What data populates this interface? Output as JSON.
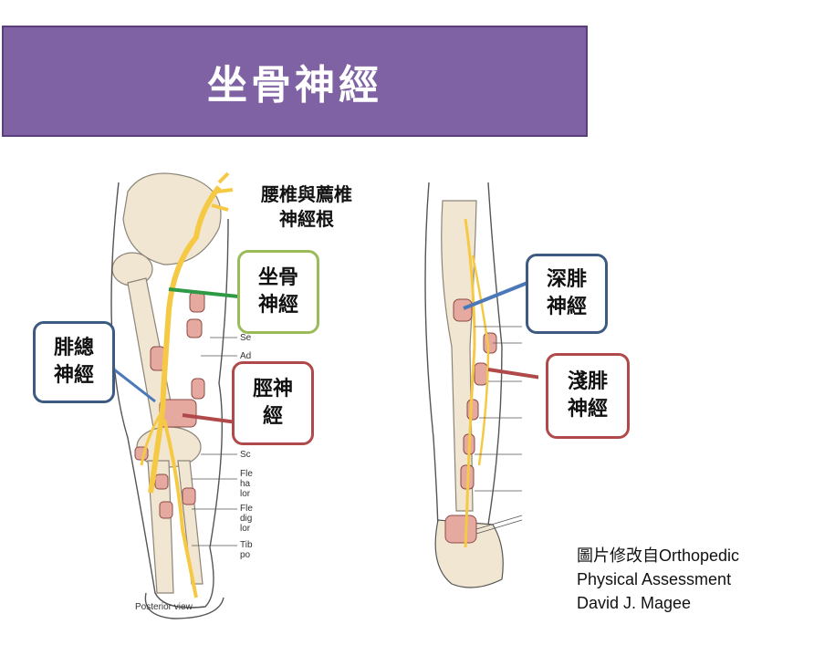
{
  "title": "坐骨神經",
  "roots_label": {
    "line1": "腰椎與薦椎",
    "line2": "神經根"
  },
  "callouts": {
    "sciatic": {
      "line1": "坐骨",
      "line2": "神經",
      "color": "#9bbb59"
    },
    "common_peroneal": {
      "line1": "腓總",
      "line2": "神經",
      "color": "#3d5a80"
    },
    "tibial": {
      "line1": "脛神",
      "line2": "經",
      "color": "#b04a4a"
    },
    "deep_peroneal": {
      "line1": "深腓",
      "line2": "神經",
      "color": "#3d5a80"
    },
    "superficial_peroneal": {
      "line1": "淺腓",
      "line2": "神經",
      "color": "#b04a4a"
    }
  },
  "posterior_figure": {
    "caption": "Posterior view",
    "side_labels": [
      "Se",
      "Ad",
      "Sc",
      "Fle",
      "ha",
      "lor",
      "Fle",
      "dig",
      "lor",
      "Tib",
      "po"
    ]
  },
  "credit": {
    "line1": "圖片修改自Orthopedic",
    "line2": "Physical Assessment",
    "line3": "David J. Magee"
  },
  "colors": {
    "banner": "#7f62a3",
    "nerve": "#f6c944",
    "bone": "#f1e6d2",
    "muscle": "#e6a9a0",
    "green_pointer": "#2e9a45",
    "blue_pointer": "#4a78b8",
    "red_pointer": "#b04a4a"
  }
}
